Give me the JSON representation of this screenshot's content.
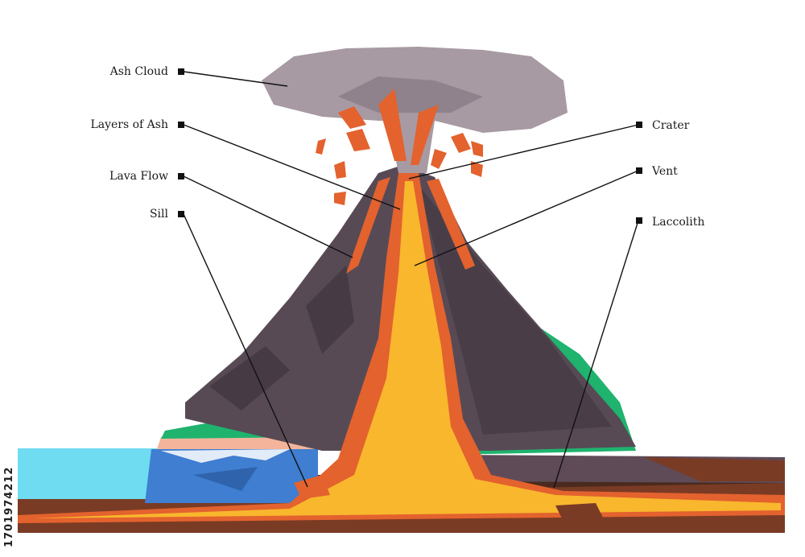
{
  "labels": {
    "ash_cloud": "Ash Cloud",
    "layers_of_ash": "Layers of Ash",
    "lava_flow": "Lava Flow",
    "sill": "Sill",
    "crater": "Crater",
    "vent": "Vent",
    "laccolith": "Laccolith"
  },
  "stock_id": "1701974212",
  "colors": {
    "ash": "#a79aa3",
    "ash_dark": "#8f828c",
    "mountain": "#574a55",
    "mountain_dark": "#463b45",
    "lava": "#e3622e",
    "magma": "#f8b72d",
    "grass": "#1fb36e",
    "water_light": "#6fdcf2",
    "water": "#3f7ed1",
    "sand": "#f3b49b",
    "ground_dark": "#4a2a1e",
    "ground_brown": "#7a3b24",
    "rock_band": "#5e4b57"
  }
}
